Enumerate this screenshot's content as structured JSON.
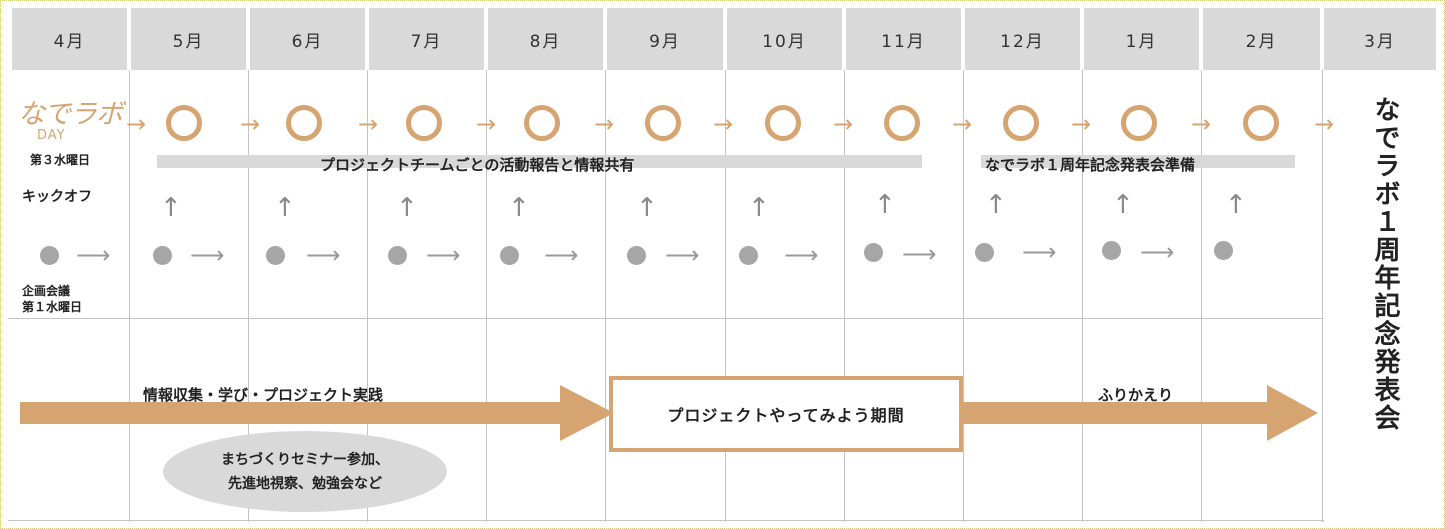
{
  "months": [
    "4月",
    "5月",
    "6月",
    "7月",
    "8月",
    "9月",
    "10月",
    "11月",
    "12月",
    "1月",
    "2月",
    "3月"
  ],
  "logo": {
    "text": "なでラボ",
    "sub": "DAY"
  },
  "labels": {
    "third_wednesday": "第３水曜日",
    "kickoff": "キックオフ",
    "planning_meeting": "企画会議",
    "first_wednesday": "第１水曜日"
  },
  "bars": {
    "activity_report": "プロジェクトチームごとの活動報告と情報共有",
    "anniversary_prep": "なでラボ１周年記念発表会準備"
  },
  "arrows": {
    "practice": "情報収集・学び・プロジェクト実践",
    "try_period": "プロジェクトやってみよう期間",
    "reflection": "ふりかえり"
  },
  "seminar": {
    "line1": "まちづくりセミナー参加、",
    "line2": "先進地視察、勉強会など"
  },
  "final_event": "なでラボ１周年記念発表会",
  "colors": {
    "accent": "#d6a470",
    "gray": "#d9d9d9",
    "dot": "#a6a6a6"
  }
}
